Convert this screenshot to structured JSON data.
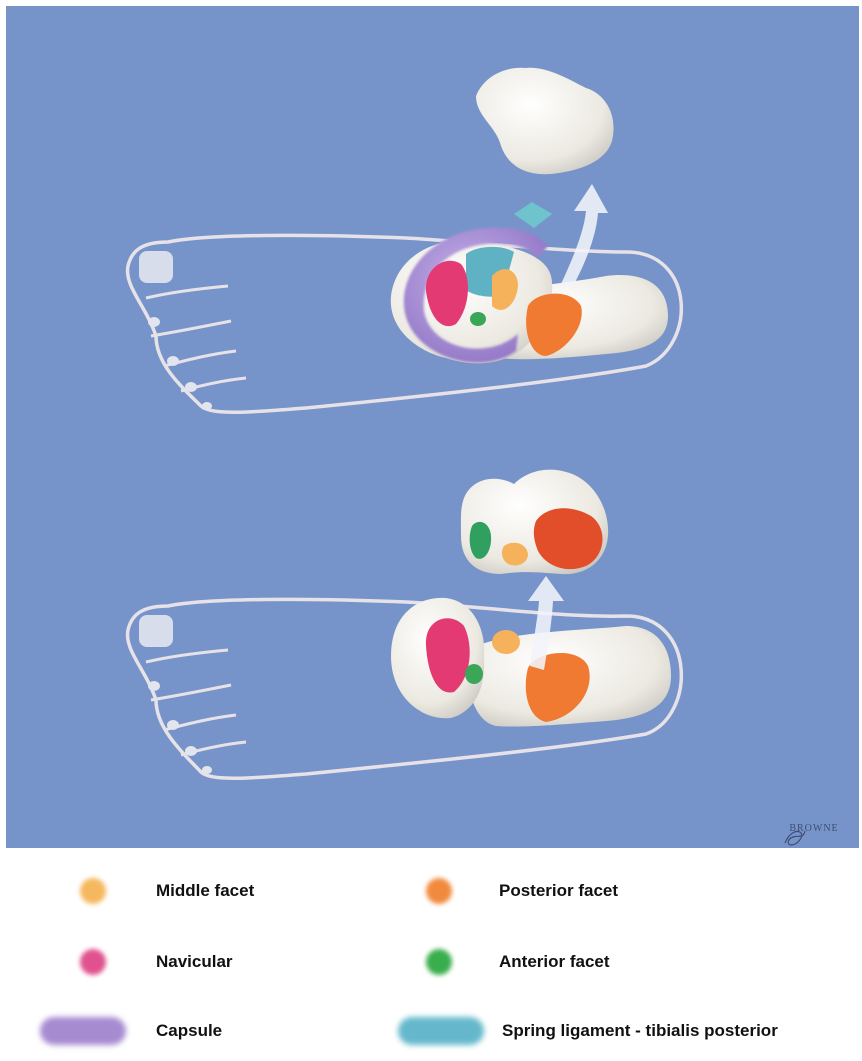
{
  "illustration": {
    "background": "#7694c9",
    "signature": "BROWNE"
  },
  "legend": {
    "items": [
      {
        "label": "Middle facet",
        "color": "#f6b85e",
        "shape": "dot"
      },
      {
        "label": "Posterior facet",
        "color": "#f18a3c",
        "shape": "dot"
      },
      {
        "label": "Navicular",
        "color": "#e0528f",
        "shape": "dot"
      },
      {
        "label": "Anterior facet",
        "color": "#39ae4c",
        "shape": "dot"
      },
      {
        "label": "Capsule",
        "color": "#a68bd1",
        "shape": "pill"
      },
      {
        "label": "Spring ligament - tibialis posterior",
        "color": "#65b8cc",
        "shape": "pill"
      }
    ]
  }
}
